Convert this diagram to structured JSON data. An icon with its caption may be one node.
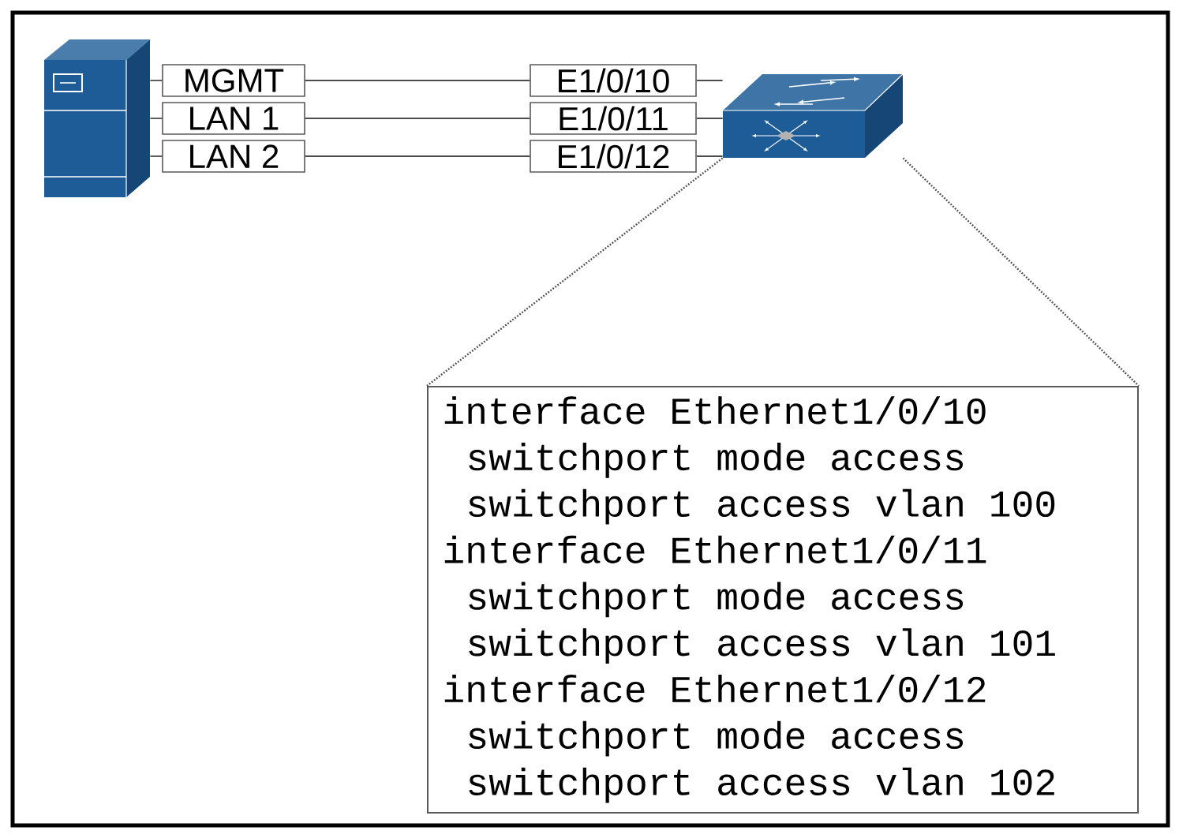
{
  "diagram": {
    "nodes": [
      {
        "text": [],
        "shape": "picture"
      },
      {
        "text": [
          "MGMT"
        ]
      },
      {
        "text": [
          "LAN 1"
        ]
      },
      {
        "text": [
          "LAN 2"
        ]
      },
      {
        "text": [
          "E1/0/10"
        ]
      },
      {
        "text": [
          "E1/0/11"
        ]
      },
      {
        "text": [
          "E1/0/12"
        ]
      },
      {
        "text": [],
        "shape": "picture"
      },
      {
        "text": [
          "interface Ethernet1/0/10",
          "switchport mode access",
          "switchport access vlan 100",
          "interface Ethernet1/0/11",
          "switchport mode access",
          "switchport access vlan 101",
          "interface Ethernet1/0/12",
          "switchport mode access",
          "switchport access vlan 102"
        ]
      }
    ],
    "edges": [
      {
        "from": 0,
        "to": 1,
        "arrow": "none"
      },
      {
        "from": 1,
        "to": 4,
        "arrow": "none"
      },
      {
        "from": 4,
        "to": 7,
        "arrow": "none"
      },
      {
        "from": 0,
        "to": 2,
        "arrow": "none"
      },
      {
        "from": 2,
        "to": 5,
        "arrow": "none"
      },
      {
        "from": 5,
        "to": 7,
        "arrow": "none"
      },
      {
        "from": 0,
        "to": 3,
        "arrow": "none"
      },
      {
        "from": 3,
        "to": 6,
        "arrow": "none"
      },
      {
        "from": 6,
        "to": 7,
        "arrow": "none"
      },
      {
        "from": 7,
        "to": 8,
        "arrow": "none",
        "style": "dashed"
      },
      {
        "from": 7,
        "to": 8,
        "arrow": "none",
        "style": "dashed"
      }
    ]
  }
}
